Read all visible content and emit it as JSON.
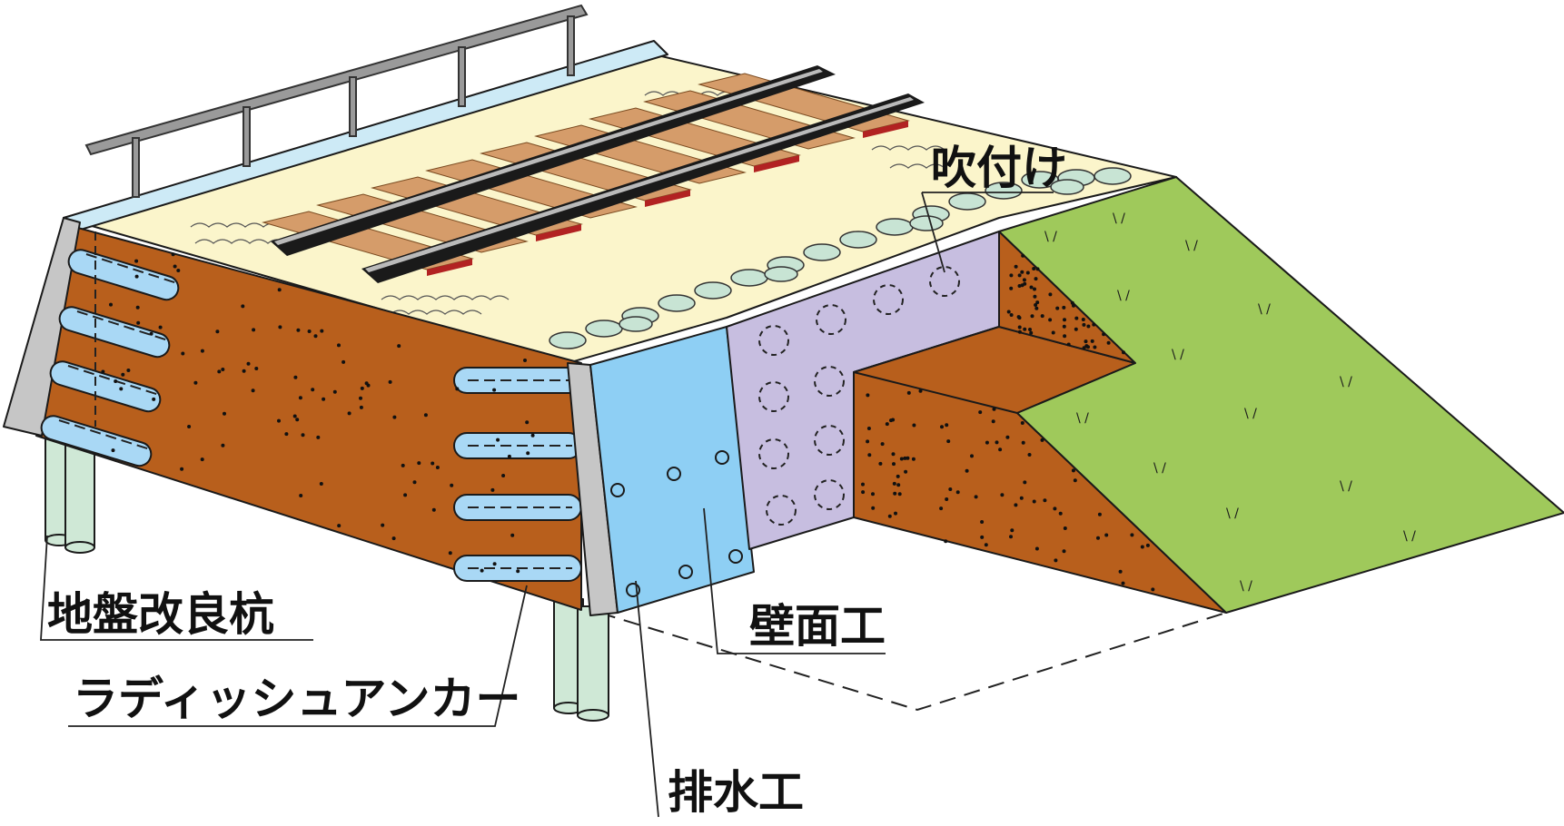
{
  "labels": {
    "spray": "吹付け",
    "pile": "地盤改良杭",
    "anchor": "ラディッシュアンカー",
    "wall": "壁面工",
    "drain": "排水工"
  },
  "colors": {
    "soil": "#b85f1c",
    "soil_top": "#fbf5cb",
    "wall_face": "#8ecff4",
    "wall_edge": "#c6c6c6",
    "sprayed": "#c7bee0",
    "slope": "#9fc95b",
    "anchor": "#a9d8f5",
    "pile": "#cfe8d6",
    "cushion": "#c8e4d4",
    "rail": "#1a1a1a",
    "sleeper": "#d59c6a",
    "sleeper_end": "#b22222",
    "handrail": "#888888",
    "parapet": "#cdeaf6"
  }
}
